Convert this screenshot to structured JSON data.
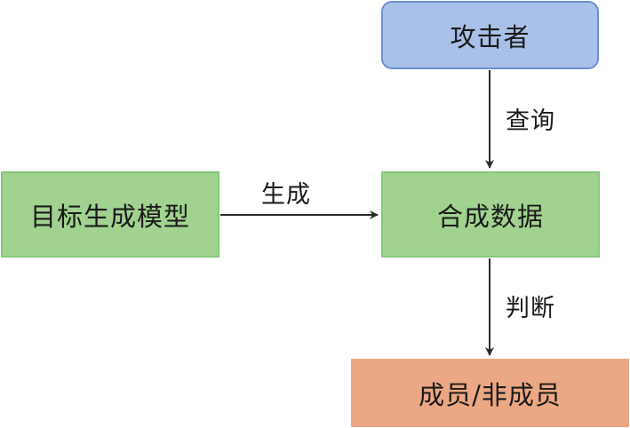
{
  "nodes": {
    "attacker": {
      "label": "攻击者",
      "fill": "#a9c0e8",
      "border": "#6e8fd0"
    },
    "target_model": {
      "label": "目标生成模型",
      "fill": "#a1d290",
      "border": "#86c87a"
    },
    "synthetic_data": {
      "label": "合成数据",
      "fill": "#a1d290",
      "border": "#86c87a"
    },
    "membership": {
      "label": "成员/非成员",
      "fill": "#eca884",
      "border": "#eca884"
    }
  },
  "edges": {
    "query": {
      "label": "查询",
      "from": "attacker",
      "to": "synthetic_data"
    },
    "generate": {
      "label": "生成",
      "from": "target_model",
      "to": "synthetic_data"
    },
    "judge": {
      "label": "判断",
      "from": "synthetic_data",
      "to": "membership"
    }
  },
  "colors": {
    "edge": "#2b2b2b"
  }
}
